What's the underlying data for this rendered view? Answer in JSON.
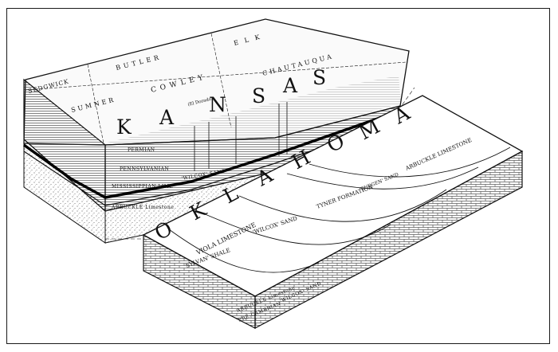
{
  "kansas": {
    "counties": {
      "sedgwick": "SEDGWICK",
      "butler": "BUTLER",
      "elk": "ELK",
      "sumner": "SUMNER",
      "cowley": "COWLEY",
      "chautauqua": "CHAUTAUQUA"
    },
    "state_letters": [
      "K",
      "A",
      "N",
      "S",
      "A",
      "S"
    ],
    "oil_field": "(El Dorado)",
    "strata": {
      "permian": "PERMIAN",
      "pennsylvanian": "PENNSYLVANIAN",
      "mississippian": "MISSISSIPPIAN LIME",
      "wilcox": "'WILCOX' SAND",
      "arbuckle": "ARBUCKLE Limestone"
    }
  },
  "oklahoma": {
    "state_letters": [
      "O",
      "K",
      "L",
      "A",
      "H",
      "O",
      "M",
      "A"
    ],
    "formations": {
      "arbuckle": "ARBUCKLE LIMESTONE",
      "burgen": "'BURGEN' SAND",
      "tyner": "TYNER FORMATION",
      "wilcox": "'WILCOX' SAND",
      "viola": "VIOLA LIMESTONE",
      "sylvan": "SYLVAN' SHALE"
    },
    "edge_labels": {
      "arbuckle": "ARBUCKLE Limestone",
      "wilcox": "'WILCOX' SAND",
      "pre_cambrian": "PRE-CAMBRIAN"
    }
  },
  "colors": {
    "ink": "#111111",
    "paper": "#ffffff"
  }
}
